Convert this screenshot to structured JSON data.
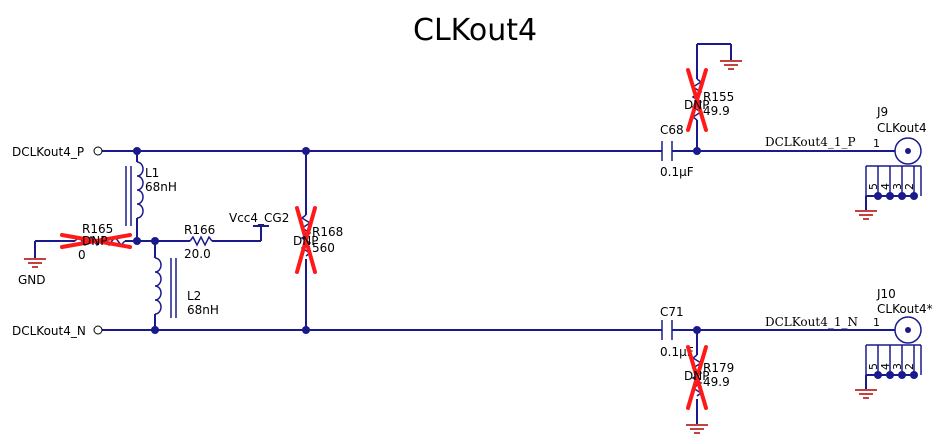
{
  "title": "CLKout4",
  "ports": {
    "p": "DCLKout4_P",
    "n": "DCLKout4_N"
  },
  "ground": {
    "gnd_label": "GND"
  },
  "power": {
    "vcc_label": "Vcc4_CG2"
  },
  "components": {
    "L1": {
      "ref": "L1",
      "value": "68nH"
    },
    "L2": {
      "ref": "L2",
      "value": "68nH"
    },
    "R165": {
      "ref": "R165",
      "value": "0",
      "dnp": "DNP"
    },
    "R166": {
      "ref": "R166",
      "value": "20.0"
    },
    "R168": {
      "ref": "R168",
      "value": "560",
      "dnp": "DNP"
    },
    "R155": {
      "ref": "R155",
      "value": "49.9",
      "dnp": "DNP"
    },
    "R179": {
      "ref": "R179",
      "value": "49.9",
      "dnp": "DNP"
    },
    "C68": {
      "ref": "C68",
      "value": "0.1µF"
    },
    "C71": {
      "ref": "C71",
      "value": "0.1µF"
    },
    "J9": {
      "ref": "J9",
      "value": "CLKout4",
      "pin1": "1",
      "pins": [
        "5",
        "4",
        "3",
        "2"
      ]
    },
    "J10": {
      "ref": "J10",
      "value": "CLKout4*",
      "pin1": "1",
      "pins": [
        "5",
        "4",
        "3",
        "2"
      ]
    }
  },
  "nets": {
    "p_out": "DCLKout4_1_P",
    "n_out": "DCLKout4_1_N"
  },
  "colors": {
    "wire": "#1a1a8c",
    "dnp_cross": "#ff1a1a",
    "ground": "#b30000"
  }
}
